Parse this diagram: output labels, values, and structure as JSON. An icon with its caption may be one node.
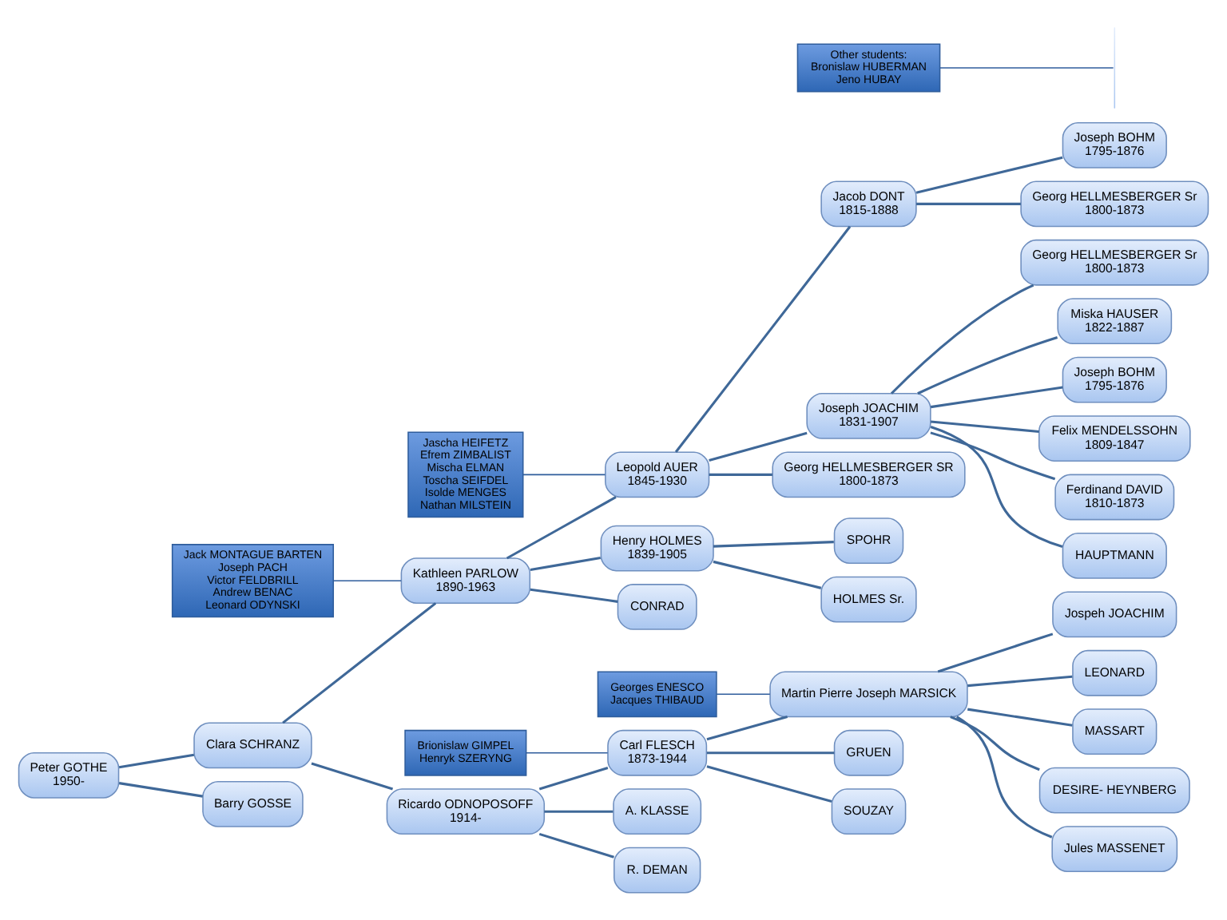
{
  "diagram": {
    "nodes": [
      {
        "text": [
          "Peter GOTHE",
          "1950-"
        ]
      },
      {
        "text": [
          "Clara SCHRANZ"
        ]
      },
      {
        "text": [
          "Barry GOSSE"
        ]
      },
      {
        "text": [
          "Kathleen PARLOW",
          "1890-1963"
        ]
      },
      {
        "text": [
          "Ricardo ODNOPOSOFF",
          "1914-"
        ]
      },
      {
        "text": [
          "Jack MONTAGUE BARTEN",
          "Joseph PACH",
          "Victor FELDBRILL",
          "Andrew BENAC",
          "Leonard ODYNSKI"
        ]
      },
      {
        "text": [
          "Leopold AUER",
          "1845-1930"
        ]
      },
      {
        "text": [
          "Henry HOLMES",
          "1839-1905"
        ]
      },
      {
        "text": [
          "CONRAD"
        ]
      },
      {
        "text": [
          "Jascha HEIFETZ",
          "Efrem ZIMBALIST",
          "Mischa ELMAN",
          "Toscha SEIFDEL",
          "Isolde MENGES",
          "Nathan MILSTEIN"
        ]
      },
      {
        "text": [
          "Jacob DONT",
          "1815-1888"
        ]
      },
      {
        "text": [
          "Joseph JOACHIM",
          "1831-1907"
        ]
      },
      {
        "text": [
          "Georg HELLMESBERGER SR",
          "1800-1873"
        ]
      },
      {
        "text": [
          "Joseph BOHM",
          "1795-1876"
        ]
      },
      {
        "text": [
          "Georg HELLMESBERGER Sr",
          "1800-1873"
        ]
      },
      {
        "text": [
          "Georg HELLMESBERGER Sr",
          "1800-1873"
        ]
      },
      {
        "text": [
          "Miska HAUSER",
          "1822-1887"
        ]
      },
      {
        "text": [
          "Joseph BOHM",
          "1795-1876"
        ]
      },
      {
        "text": [
          "Felix MENDELSSOHN",
          "1809-1847"
        ]
      },
      {
        "text": [
          "Ferdinand DAVID",
          "1810-1873"
        ]
      },
      {
        "text": [
          "HAUPTMANN"
        ]
      },
      {
        "text": [
          "Other students:",
          "Bronislaw HUBERMAN",
          "Jeno HUBAY"
        ]
      },
      {
        "text": [
          "SPOHR"
        ]
      },
      {
        "text": [
          "HOLMES Sr."
        ]
      },
      {
        "text": [
          "Brionislaw GIMPEL",
          "Henryk SZERYNG"
        ]
      },
      {
        "text": [
          "Carl FLESCH",
          "1873-1944"
        ]
      },
      {
        "text": [
          "A. KLASSE"
        ]
      },
      {
        "text": [
          "R. DEMAN"
        ]
      },
      {
        "text": [
          "Georges ENESCO",
          "Jacques THIBAUD"
        ]
      },
      {
        "text": [
          "Martin Pierre Joseph MARSICK"
        ]
      },
      {
        "text": [
          "GRUEN"
        ]
      },
      {
        "text": [
          "SOUZAY"
        ]
      },
      {
        "text": [
          "Jospeh JOACHIM"
        ]
      },
      {
        "text": [
          "LEONARD"
        ]
      },
      {
        "text": [
          "MASSART"
        ]
      },
      {
        "text": [
          "DESIRE- HEYNBERG"
        ]
      },
      {
        "text": [
          "Jules MASSENET"
        ]
      }
    ],
    "edges": [
      {
        "from": 0,
        "to": 1,
        "arrow": "none"
      },
      {
        "from": 0,
        "to": 2,
        "arrow": "none"
      },
      {
        "from": 1,
        "to": 3,
        "arrow": "none"
      },
      {
        "from": 1,
        "to": 4,
        "arrow": "none"
      },
      {
        "from": 5,
        "to": 3,
        "arrow": "none"
      },
      {
        "from": 3,
        "to": 6,
        "arrow": "none"
      },
      {
        "from": 3,
        "to": 7,
        "arrow": "none"
      },
      {
        "from": 3,
        "to": 8,
        "arrow": "none"
      },
      {
        "from": 9,
        "to": 6,
        "arrow": "none"
      },
      {
        "from": 6,
        "to": 10,
        "arrow": "none"
      },
      {
        "from": 6,
        "to": 11,
        "arrow": "none"
      },
      {
        "from": 6,
        "to": 12,
        "arrow": "none"
      },
      {
        "from": 10,
        "to": 13,
        "arrow": "none"
      },
      {
        "from": 10,
        "to": 14,
        "arrow": "none"
      },
      {
        "from": 11,
        "to": 15,
        "arrow": "none"
      },
      {
        "from": 11,
        "to": 16,
        "arrow": "none"
      },
      {
        "from": 11,
        "to": 17,
        "arrow": "none"
      },
      {
        "from": 11,
        "to": 18,
        "arrow": "none"
      },
      {
        "from": 11,
        "to": 19,
        "arrow": "none"
      },
      {
        "from": 11,
        "to": 20,
        "arrow": "none"
      },
      {
        "from": 21,
        "to": null,
        "arrow": "none"
      },
      {
        "from": 7,
        "to": 22,
        "arrow": "none"
      },
      {
        "from": 7,
        "to": 23,
        "arrow": "none"
      },
      {
        "from": 4,
        "to": 25,
        "arrow": "none"
      },
      {
        "from": 4,
        "to": 26,
        "arrow": "none"
      },
      {
        "from": 4,
        "to": 27,
        "arrow": "none"
      },
      {
        "from": 24,
        "to": 25,
        "arrow": "none"
      },
      {
        "from": 25,
        "to": 29,
        "arrow": "none"
      },
      {
        "from": 25,
        "to": 30,
        "arrow": "none"
      },
      {
        "from": 25,
        "to": 31,
        "arrow": "none"
      },
      {
        "from": 28,
        "to": 29,
        "arrow": "none"
      },
      {
        "from": 29,
        "to": 32,
        "arrow": "none"
      },
      {
        "from": 29,
        "to": 33,
        "arrow": "none"
      },
      {
        "from": 29,
        "to": 34,
        "arrow": "none"
      },
      {
        "from": 29,
        "to": 35,
        "arrow": "none"
      },
      {
        "from": 29,
        "to": 36,
        "arrow": "none"
      }
    ]
  }
}
